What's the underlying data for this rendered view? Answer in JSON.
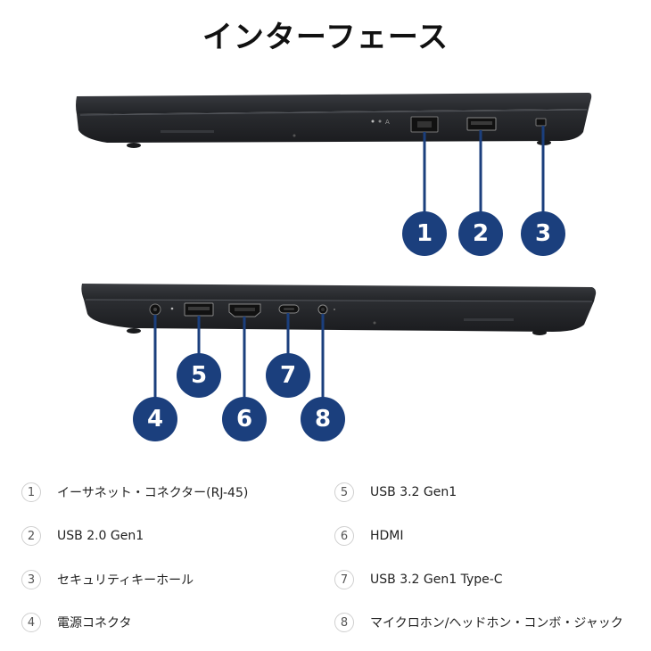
{
  "page": {
    "title": "インターフェース"
  },
  "colors": {
    "badge": "#1b3f7d",
    "laptop_body": "#2b2d31",
    "leader_line": "#1b3f7d"
  },
  "ports_top": [
    {
      "num": "1",
      "icon": "ethernet-port-icon"
    },
    {
      "num": "2",
      "icon": "usb-a-port-icon"
    },
    {
      "num": "3",
      "icon": "security-keyhole-icon"
    }
  ],
  "ports_bottom": [
    {
      "num": "4",
      "icon": "power-connector-icon"
    },
    {
      "num": "5",
      "icon": "usb-a-port-icon"
    },
    {
      "num": "6",
      "icon": "hdmi-port-icon"
    },
    {
      "num": "7",
      "icon": "usb-c-port-icon"
    },
    {
      "num": "8",
      "icon": "audio-jack-icon"
    }
  ],
  "legend": [
    {
      "num": "1",
      "label": "イーサネット・コネクター(RJ-45)"
    },
    {
      "num": "2",
      "label": "USB 2.0 Gen1"
    },
    {
      "num": "3",
      "label": "セキュリティキーホール"
    },
    {
      "num": "4",
      "label": "電源コネクタ"
    },
    {
      "num": "5",
      "label": "USB 3.2 Gen1"
    },
    {
      "num": "6",
      "label": "HDMI"
    },
    {
      "num": "7",
      "label": "USB 3.2 Gen1 Type-C"
    },
    {
      "num": "8",
      "label": "マイクロホン/ヘッドホン・コンボ・ジャック"
    }
  ]
}
